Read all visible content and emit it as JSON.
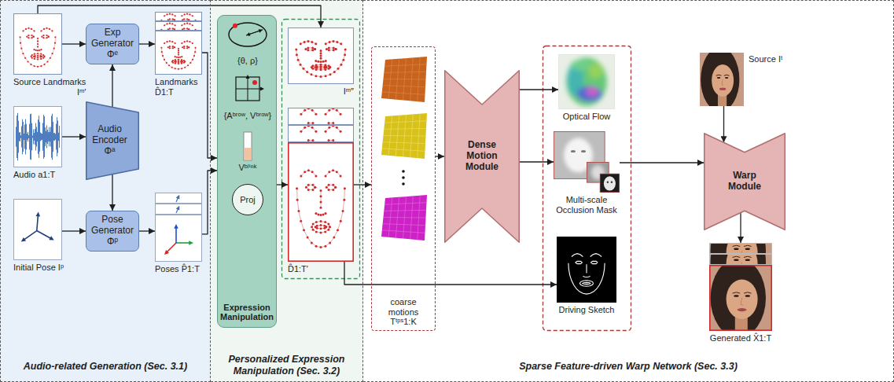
{
  "diagram": {
    "nodes": [
      {
        "text": [
          "Audio-related Generation (Sec. 3.1)"
        ]
      },
      {
        "text": [
          "Source Landmarks",
          "Iᵐ′"
        ],
        "in": 0
      },
      {
        "text": [
          "Exp Generator",
          "Φᵉ"
        ],
        "in": 0
      },
      {
        "text": [
          "Landmarks D̂1:T"
        ],
        "in": 0
      },
      {
        "text": [
          "Audio a1:T"
        ],
        "in": 0
      },
      {
        "text": [
          "Audio Encoder",
          "Φᵃ"
        ],
        "in": 0
      },
      {
        "text": [
          "Initial Pose Iᵖ"
        ],
        "in": 0
      },
      {
        "text": [
          "Pose Generator",
          "Φᵖ"
        ],
        "in": 0
      },
      {
        "text": [
          "Poses P̂1:T"
        ],
        "in": 0
      },
      {
        "text": [
          "Personalized Expression Manipulation (Sec. 3.2)"
        ]
      },
      {
        "text": [
          "Expression Manipulation"
        ],
        "in": 9
      },
      {
        "text": [
          "{θ, ρ}"
        ],
        "in": 10
      },
      {
        "text": [
          "{Aᵇʳᵒʷ, Vᵇʳᵒʷ}"
        ],
        "in": 10
      },
      {
        "text": [
          "Vᵇˡⁱⁿᵏ"
        ],
        "in": 10
      },
      {
        "text": [
          "Proj"
        ],
        "in": 10
      },
      {
        "text": [
          "Iᵐ″"
        ],
        "in": 9
      },
      {
        "text": [
          "D̂1:T′"
        ],
        "in": 9
      },
      {
        "text": [
          "Sparse Feature-driven Warp Network (Sec. 3.3)"
        ]
      },
      {
        "text": [
          "coarse motions Tᵗᵖˢ1:K"
        ],
        "in": 17
      },
      {
        "text": [
          "Dense Motion Module"
        ],
        "in": 17
      },
      {
        "text": [
          "Optical Flow"
        ],
        "in": 17
      },
      {
        "text": [
          "Multi-scale Occlusion Mask"
        ],
        "in": 17
      },
      {
        "text": [
          "Driving Sketch"
        ],
        "in": 17
      },
      {
        "text": [
          "Source Iᵗ"
        ],
        "in": 17
      },
      {
        "text": [
          "Warp Module"
        ],
        "in": 17
      },
      {
        "text": [
          "Generated X̂1:T"
        ],
        "in": 17
      }
    ],
    "edges": [
      {
        "from": 1,
        "to": 2,
        "arrow": "to"
      },
      {
        "from": 1,
        "to": 15,
        "arrow": "to"
      },
      {
        "from": 4,
        "to": 5,
        "arrow": "to"
      },
      {
        "from": 5,
        "to": 2,
        "arrow": "to"
      },
      {
        "from": 5,
        "to": 7,
        "arrow": "to"
      },
      {
        "from": 6,
        "to": 7,
        "arrow": "to"
      },
      {
        "from": 2,
        "to": 3,
        "arrow": "to"
      },
      {
        "from": 7,
        "to": 8,
        "arrow": "to"
      },
      {
        "from": 3,
        "to": 10,
        "arrow": "to"
      },
      {
        "from": 8,
        "to": 10,
        "arrow": "to"
      },
      {
        "from": 10,
        "to": 16,
        "arrow": "to"
      },
      {
        "from": 16,
        "to": 18,
        "arrow": "to"
      },
      {
        "from": 18,
        "to": 19,
        "arrow": "to"
      },
      {
        "from": 19,
        "to": 20,
        "arrow": "to"
      },
      {
        "from": 19,
        "to": 21,
        "arrow": "to"
      },
      {
        "from": 16,
        "to": 22,
        "arrow": "to"
      },
      {
        "from": 21,
        "to": 24,
        "arrow": "to"
      },
      {
        "from": 23,
        "to": 24,
        "arrow": "to"
      },
      {
        "from": 24,
        "to": 25,
        "arrow": "to"
      }
    ]
  }
}
